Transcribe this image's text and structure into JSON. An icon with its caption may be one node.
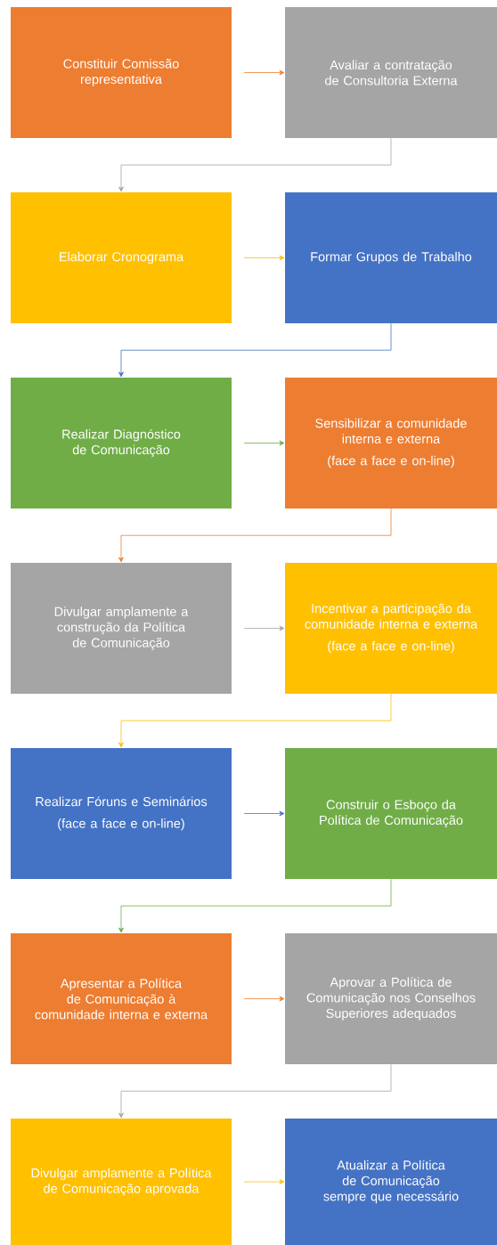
{
  "diagram": {
    "nodes": [
      {
        "text": [
          "Constituir Comissão representativa"
        ]
      },
      {
        "text": [
          "Avaliar a contratação de Consultoria Externa"
        ]
      },
      {
        "text": [
          "Elaborar Cronograma"
        ]
      },
      {
        "text": [
          "Formar Grupos de Trabalho"
        ]
      },
      {
        "text": [
          "Realizar Diagnóstico de Comunicação"
        ]
      },
      {
        "text": [
          "Sensibilizar a comunidade interna e externa",
          "(face a face e on-line)"
        ]
      },
      {
        "text": [
          "Divulgar amplamente a construção da Política de Comunicação"
        ]
      },
      {
        "text": [
          "Incentivar a participação da comunidade interna e externa",
          "(face a face e on-line)"
        ]
      },
      {
        "text": [
          "Realizar Fóruns e Seminários",
          "(face a face e on-line)"
        ]
      },
      {
        "text": [
          "Construir o Esboço da Política de Comunicação"
        ]
      },
      {
        "text": [
          "Apresentar a Política de Comunicação à comunidade interna e externa"
        ]
      },
      {
        "text": [
          "Aprovar a Política de Comunicação nos Conselhos Superiores adequados"
        ]
      },
      {
        "text": [
          "Divulgar amplamente a Política de Comunicação aprovada"
        ]
      },
      {
        "text": [
          "Atualizar a Política de Comunicação sempre que necessário"
        ]
      }
    ],
    "edges": [
      {
        "from": 0,
        "to": 1,
        "arrow": "to",
        "color": "#ed7d31"
      },
      {
        "from": 1,
        "to": 2,
        "arrow": "to",
        "color": "#a5a5a5"
      },
      {
        "from": 2,
        "to": 3,
        "arrow": "to",
        "color": "#ffc000"
      },
      {
        "from": 3,
        "to": 4,
        "arrow": "to",
        "color": "#4472c4"
      },
      {
        "from": 4,
        "to": 5,
        "arrow": "to",
        "color": "#70ad47"
      },
      {
        "from": 5,
        "to": 6,
        "arrow": "to",
        "color": "#ed7d31"
      },
      {
        "from": 6,
        "to": 7,
        "arrow": "to",
        "color": "#a5a5a5"
      },
      {
        "from": 7,
        "to": 8,
        "arrow": "to",
        "color": "#ffc000"
      },
      {
        "from": 8,
        "to": 9,
        "arrow": "to",
        "color": "#4472c4"
      },
      {
        "from": 9,
        "to": 10,
        "arrow": "to",
        "color": "#70ad47"
      },
      {
        "from": 10,
        "to": 11,
        "arrow": "to",
        "color": "#ed7d31"
      },
      {
        "from": 11,
        "to": 12,
        "arrow": "to",
        "color": "#a5a5a5"
      },
      {
        "from": 12,
        "to": 13,
        "arrow": "to",
        "color": "#ffc000"
      }
    ]
  }
}
